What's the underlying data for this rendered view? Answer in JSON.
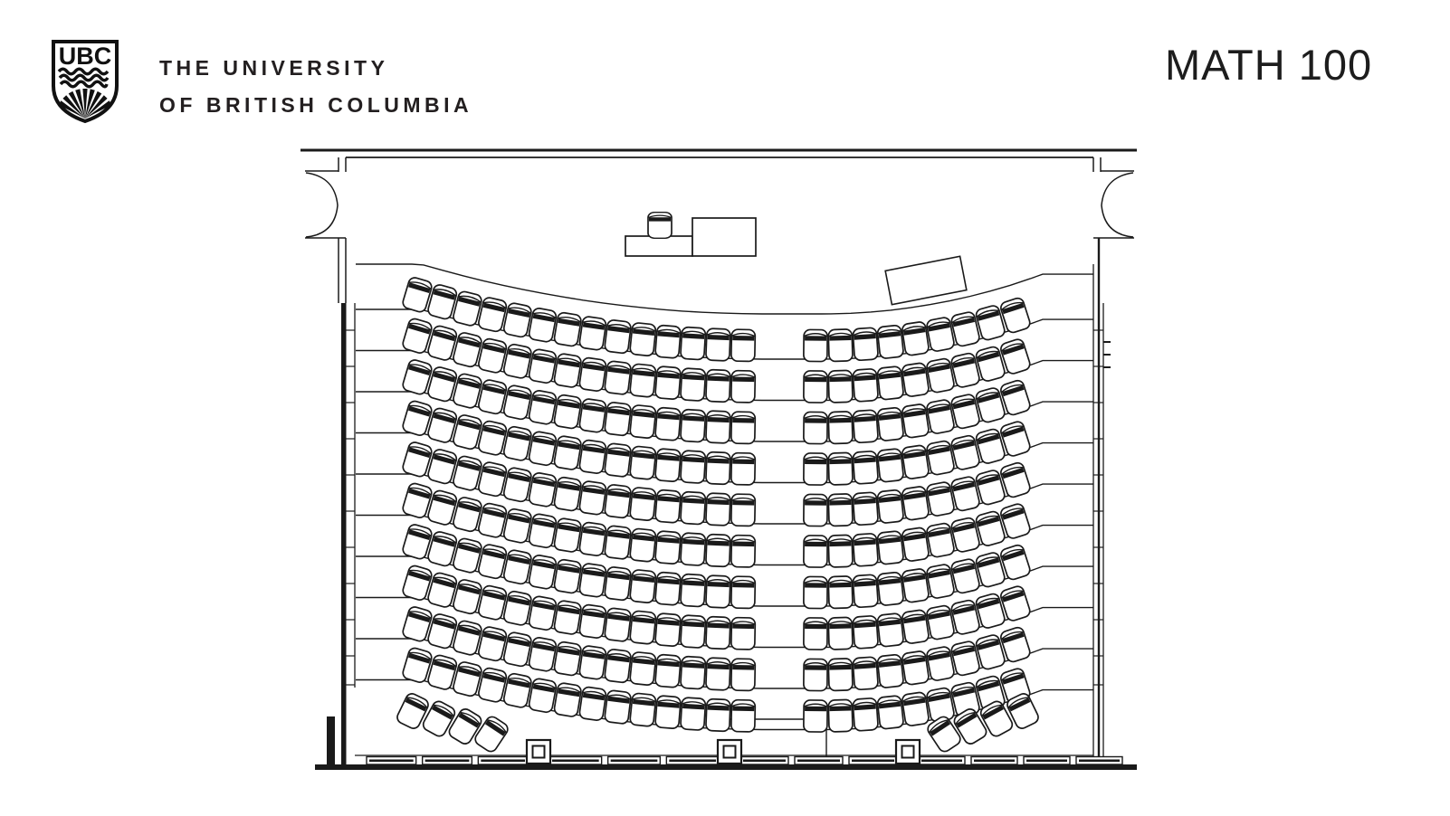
{
  "header": {
    "logo": {
      "monogram": "UBC"
    },
    "university_name_line1": "THE UNIVERSITY",
    "university_name_line2": "OF BRITISH COLUMBIA",
    "course_title": "MATH 100"
  },
  "floor_plan": {
    "ink_color": "#1a1a1a",
    "seating": {
      "left_bank": {
        "rows": 10,
        "seats_per_row": 14,
        "corner_seats": 4
      },
      "right_bank": {
        "rows": 10,
        "seats_per_row": 9,
        "corner_seats": 4
      },
      "total_seats": 238
    },
    "features": {
      "entrance_doors": 2,
      "structural_columns": 3,
      "instructor_station": {
        "chair": 1,
        "desk_units": 2,
        "side_table": 1
      }
    }
  }
}
